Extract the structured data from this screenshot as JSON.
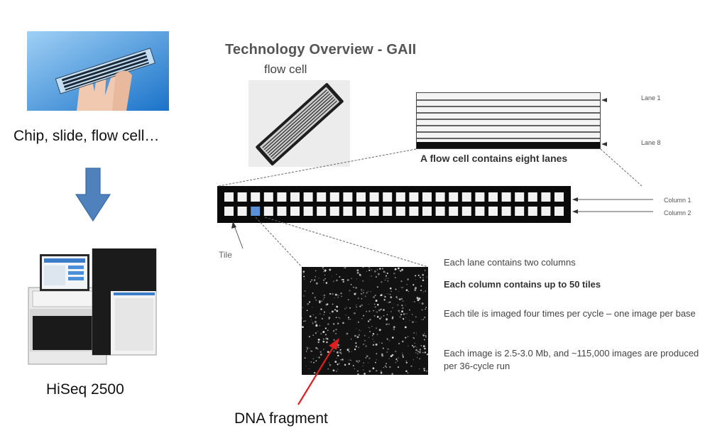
{
  "left": {
    "chip_caption": "Chip, slide, flow cell…",
    "instrument_caption": "HiSeq 2500"
  },
  "slide": {
    "title": "Technology Overview - GAII",
    "flowcell_label": "flow cell",
    "lane_first_label": "Lane 1",
    "lane_last_label": "Lane 8",
    "lanes_caption": "A flow cell contains eight lanes",
    "column1_label": "Column 1",
    "column2_label": "Column 2",
    "tile_label": "Tile",
    "facts": [
      "Each lane contains two columns",
      "Each column contains up to 50 tiles",
      "Each tile is imaged four times per cycle – one image per base",
      "Each image is 2.5-3.0 Mb, and ~115,000 images are produced per 36-cycle run"
    ]
  },
  "annotation": {
    "dna_label": "DNA fragment"
  },
  "colors": {
    "arrow_down": "#4f81bd",
    "highlight_tile": "#5b8fd6",
    "red_arrow": "#e02020"
  }
}
